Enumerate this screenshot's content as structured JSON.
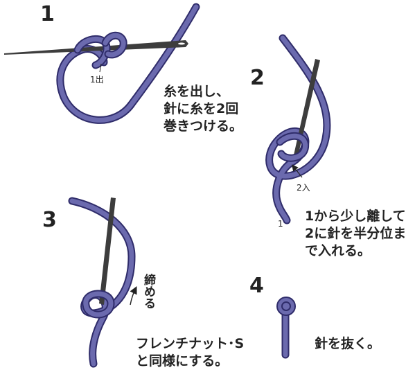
{
  "colors": {
    "thread": "#6b6aae",
    "thread_edge": "#2f2c6a",
    "needle": "#3d3d3d"
  },
  "steps": [
    {
      "number": "1",
      "caption_lines": [
        "糸を出し、",
        "針に糸を2回",
        "巻きつける。"
      ],
      "label": "1出"
    },
    {
      "number": "2",
      "caption_lines": [
        "1から少し離して",
        "2に針を半分位ま",
        "で入れる。"
      ],
      "label_in": "2入",
      "label_start": "1"
    },
    {
      "number": "3",
      "caption_lines": [
        "フレンチナット･S",
        "と同様にする。"
      ],
      "side_text": "締める"
    },
    {
      "number": "4",
      "caption_lines": [
        "針を抜く。"
      ]
    }
  ]
}
